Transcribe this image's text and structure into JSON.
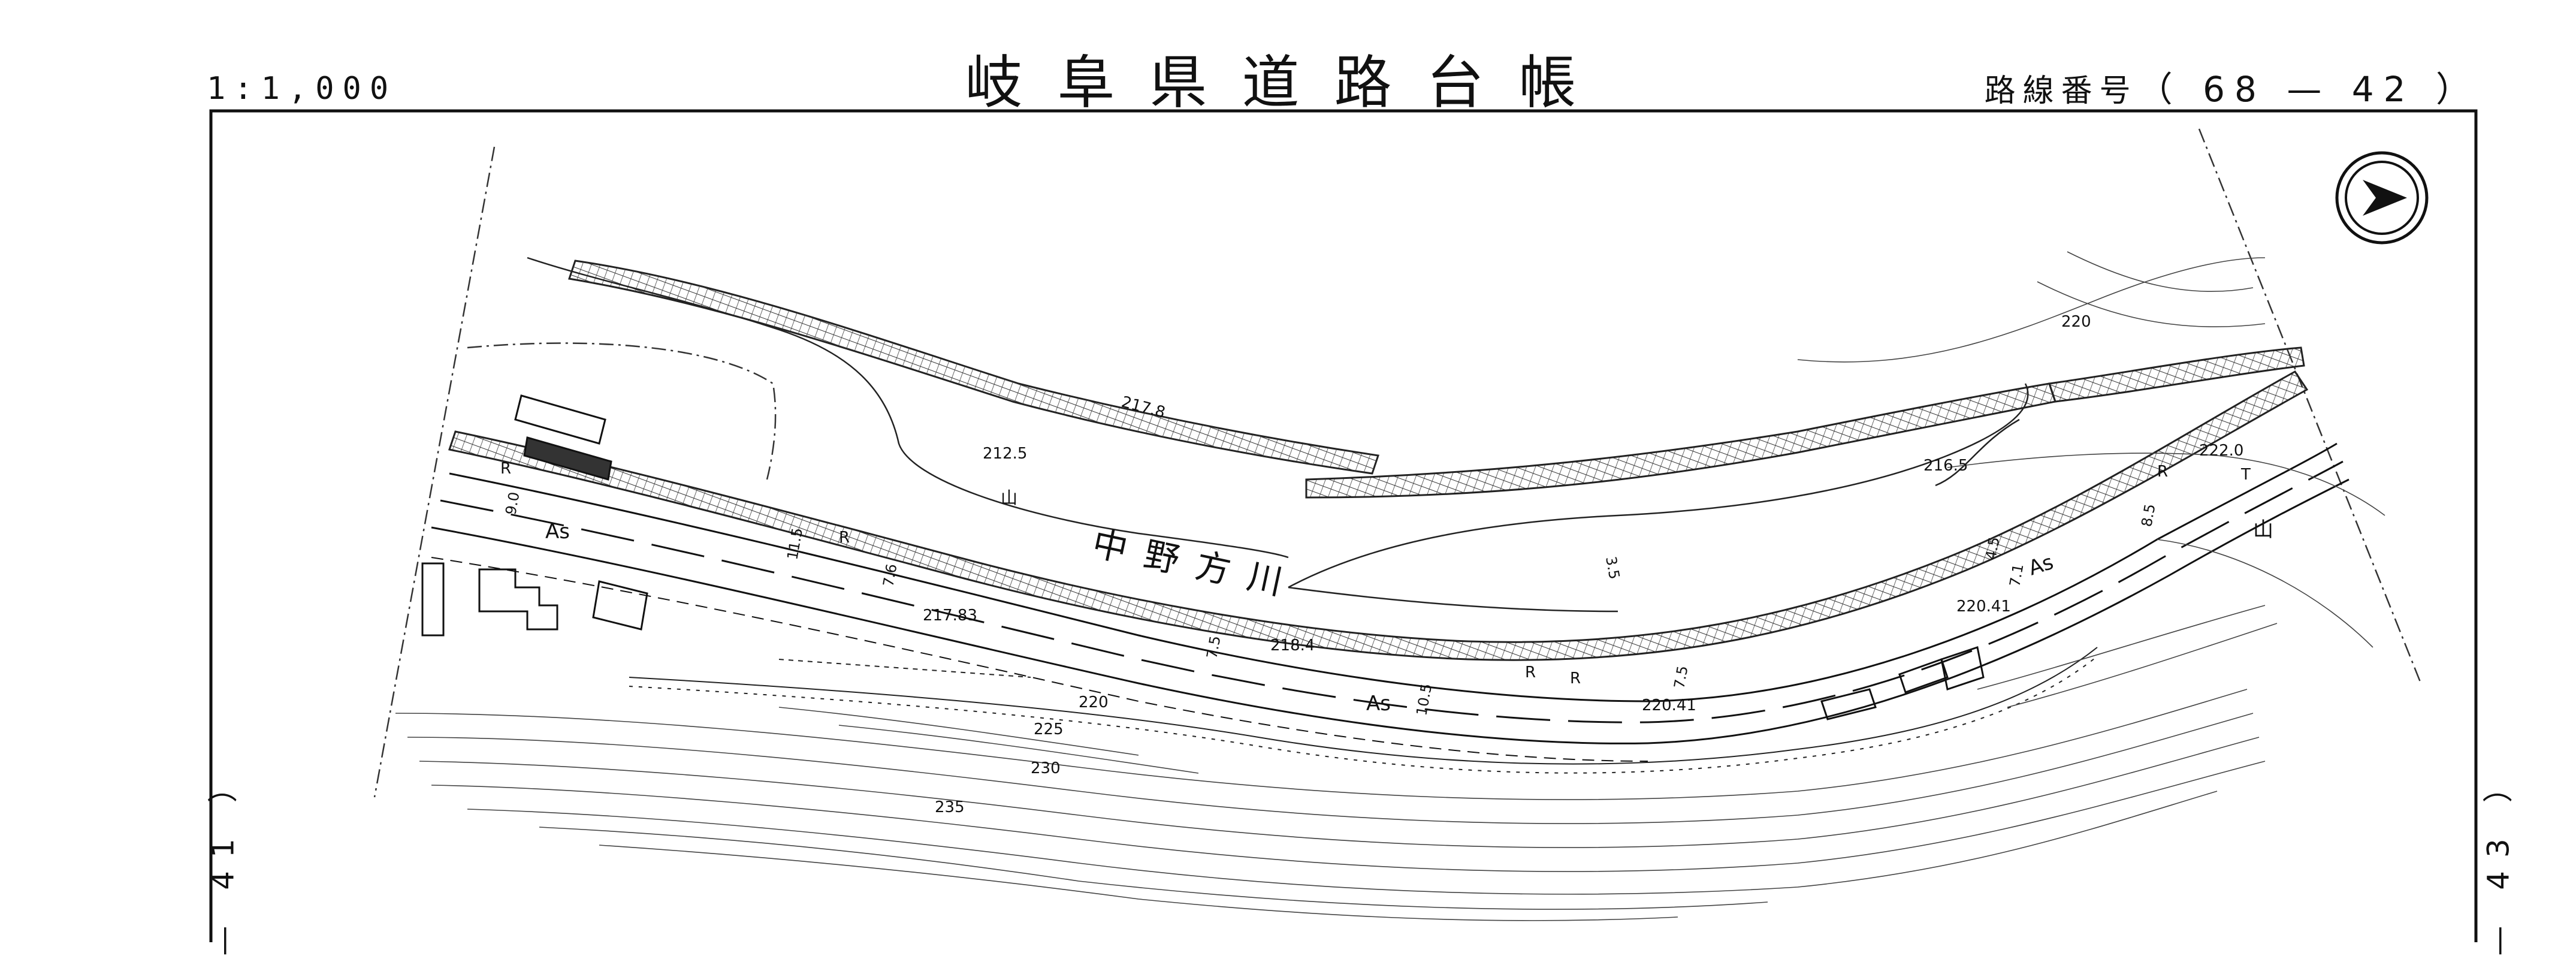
{
  "header": {
    "scale": "1:1,000",
    "title": "岐阜県道路台帳",
    "route_label": "路線番号",
    "route_number": "（ 68 — 42 ）"
  },
  "sheet_links": {
    "previous": "— 41 ）",
    "next": "— 43 ）"
  },
  "map": {
    "river_name": "中野方川",
    "road_surface_labels": [
      "As",
      "As",
      "As"
    ],
    "spot_elevations": [
      "217.8",
      "212.5",
      "217.83",
      "218.4",
      "220.41",
      "220.41",
      "216.5",
      "222.0"
    ],
    "contour_labels": [
      "220",
      "225",
      "230",
      "235",
      "220"
    ],
    "width_labels": [
      "9.0",
      "11.5",
      "7.6",
      "7.5",
      "10.5",
      "7.5",
      "7.1",
      "8.5",
      "3.5",
      "4.5"
    ],
    "marker_letters": [
      "R",
      "R",
      "R",
      "R",
      "R",
      "T"
    ],
    "land_symbol": "山",
    "north_arrow": "north-arrow-icon"
  }
}
